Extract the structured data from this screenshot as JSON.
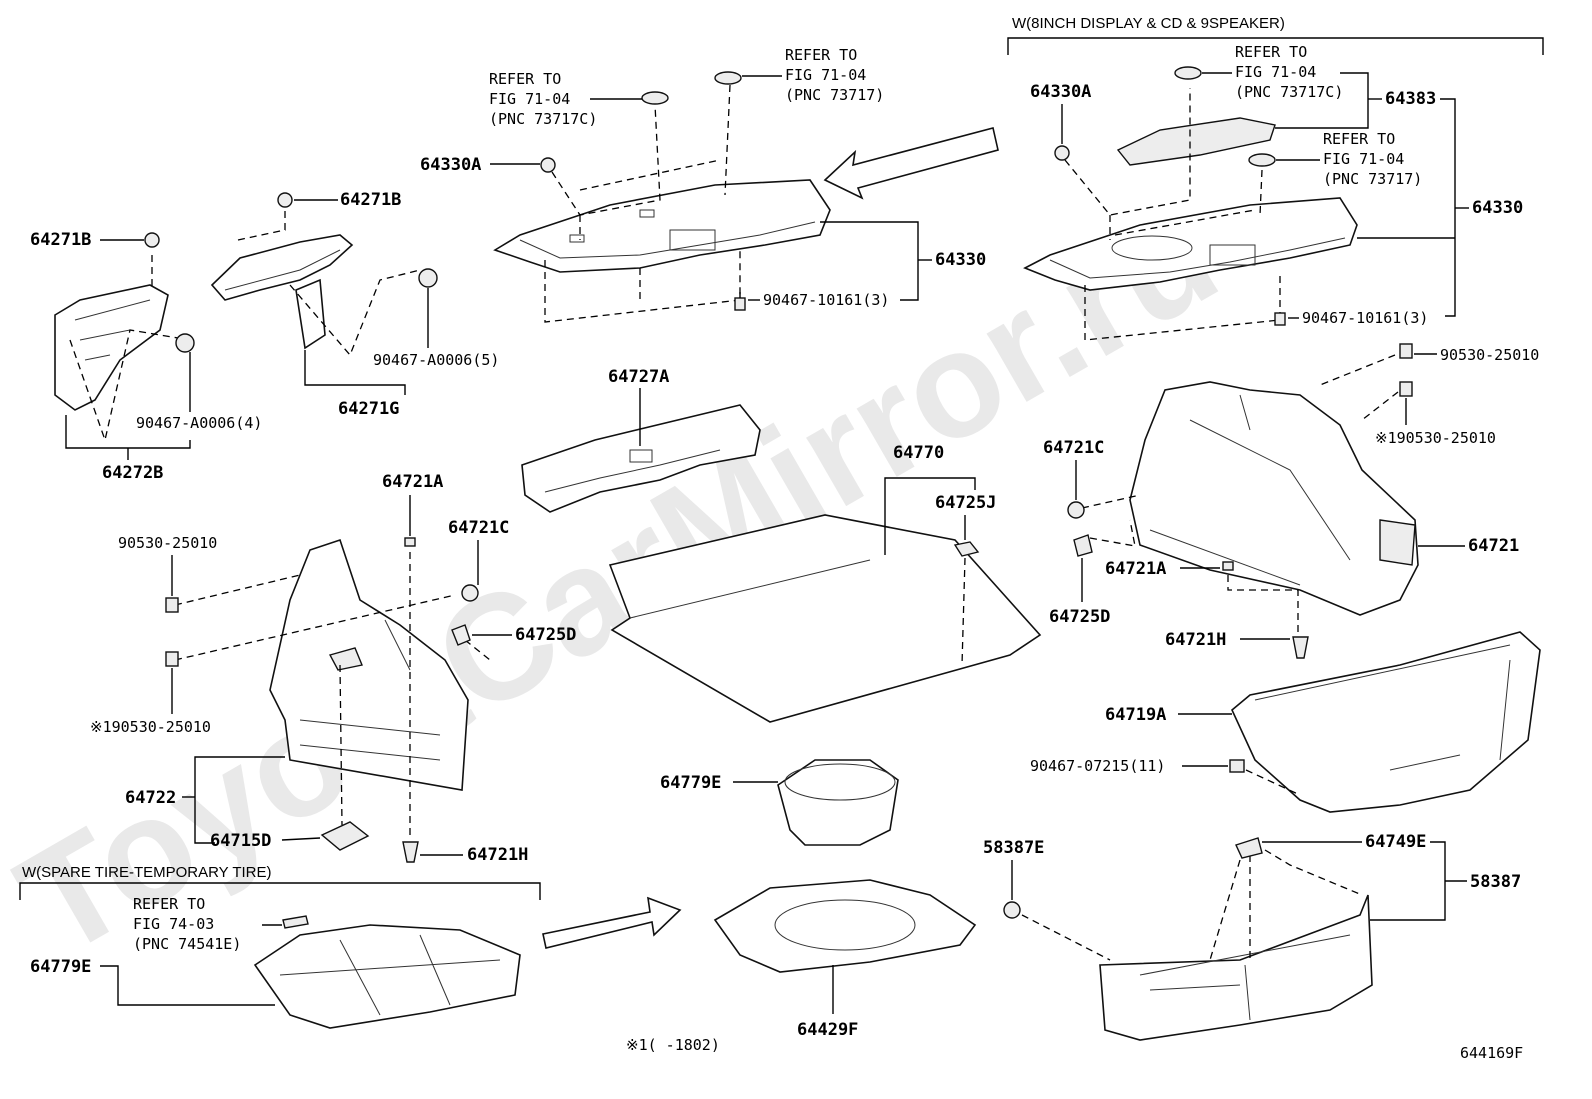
{
  "watermark": "ToyotaCarMirror.ru",
  "section_headers": {
    "display_variant": "W(8INCH DISPLAY & CD & 9SPEAKER)",
    "spare_tire_variant": "W(SPARE TIRE-TEMPORARY TIRE)"
  },
  "refer_notes": {
    "center_left": [
      "REFER TO",
      "FIG 71-04",
      "(PNC 73717C)"
    ],
    "center_right": [
      "REFER TO",
      "FIG 71-04",
      "(PNC 73717)"
    ],
    "right_top": [
      "REFER TO",
      "FIG 71-04",
      "(PNC 73717C)"
    ],
    "right_mid": [
      "REFER TO",
      "FIG 71-04",
      "(PNC 73717)"
    ],
    "spare": [
      "REFER TO",
      "FIG 74-03",
      "(PNC 74541E)"
    ]
  },
  "part_labels": {
    "p64330A_center": "64330A",
    "p64330_center": "64330",
    "p90467_10161_center": "90467-10161(3)",
    "p64330A_right": "64330A",
    "p64383": "64383",
    "p64330_right": "64330",
    "p90467_10161_right": "90467-10161(3)",
    "p64271B_top": "64271B",
    "p64271B_left": "64271B",
    "p90467_A0006_5": "90467-A0006(5)",
    "p64271G": "64271G",
    "p90467_A0006_4": "90467-A0006(4)",
    "p64272B": "64272B",
    "p64727A": "64727A",
    "p64770": "64770",
    "p64725J": "64725J",
    "p90530_right": "90530-25010",
    "p190530_right": "※190530-25010",
    "p64721C_right": "64721C",
    "p64721_right": "64721",
    "p64721A_right": "64721A",
    "p64725D_right": "64725D",
    "p64721H_right": "64721H",
    "p64721A_left": "64721A",
    "p64721C_left": "64721C",
    "p90530_left": "90530-25010",
    "p64725D_left": "64725D",
    "p190530_left": "※190530-25010",
    "p64722": "64722",
    "p64715D": "64715D",
    "p64721H_left": "64721H",
    "p64719A": "64719A",
    "p90467_07215": "90467-07215(11)",
    "p64779E_center": "64779E",
    "p64779E_left": "64779E",
    "p64429F": "64429F",
    "p58387E": "58387E",
    "p64749E": "64749E",
    "p58387": "58387"
  },
  "footnote": "※1(      -1802)",
  "figure_number": "644169F"
}
